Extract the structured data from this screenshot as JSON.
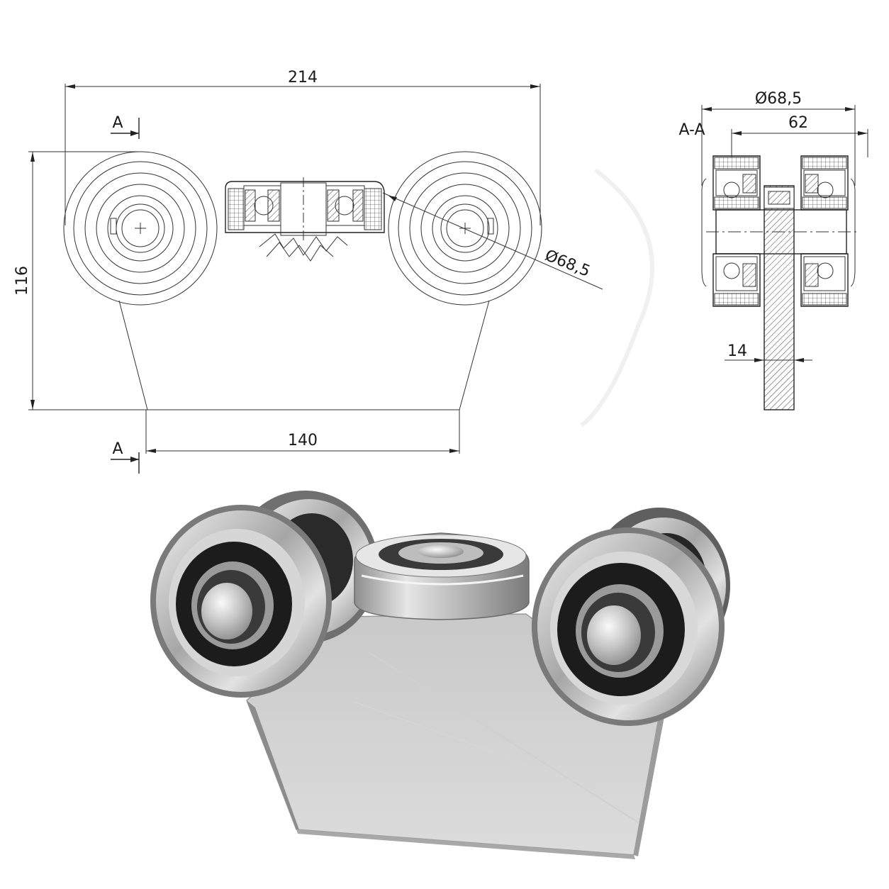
{
  "drawing": {
    "front_view": {
      "dim_overall_width": "214",
      "dim_height": "116",
      "dim_base_width": "140",
      "dim_wheel_diameter": "Ø68,5",
      "section_mark_top": "A",
      "section_mark_bottom": "A"
    },
    "section_view": {
      "title": "A-A",
      "dim_outer_diameter": "Ø68,5",
      "dim_inner_width": "62",
      "dim_plate_thickness": "14"
    }
  },
  "colors": {
    "line": "#222222",
    "steel_light": "#e8e8e8",
    "steel_dark": "#8a8a8a",
    "bearing_seal": "#1c1c1c"
  }
}
